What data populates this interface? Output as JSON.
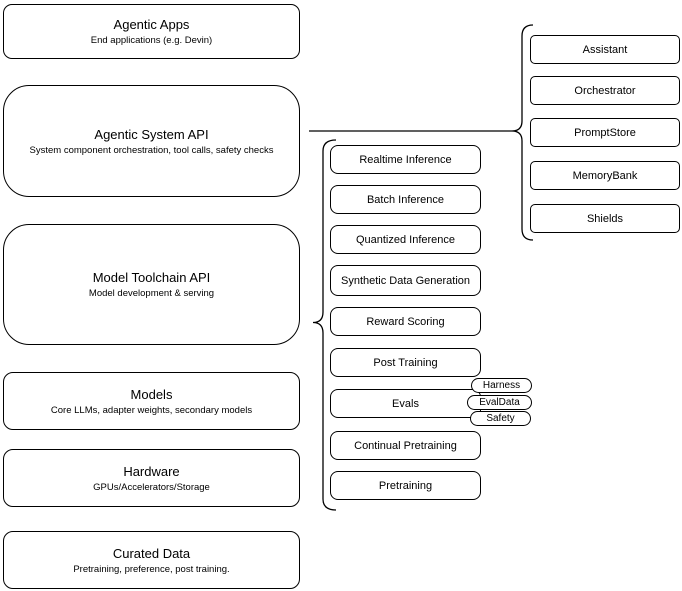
{
  "stack": [
    {
      "title": "Agentic Apps",
      "subtitle": "End applications (e.g. Devin)"
    },
    {
      "title": "Agentic System API",
      "subtitle": "System component orchestration, tool calls, safety checks"
    },
    {
      "title": "Model Toolchain API",
      "subtitle": "Model development & serving"
    },
    {
      "title": "Models",
      "subtitle": "Core LLMs, adapter weights, secondary models"
    },
    {
      "title": "Hardware",
      "subtitle": "GPUs/Accelerators/Storage"
    },
    {
      "title": "Curated Data",
      "subtitle": "Pretraining, preference, post training."
    }
  ],
  "toolchain_services": [
    "Realtime Inference",
    "Batch Inference",
    "Quantized Inference",
    "Synthetic Data Generation",
    "Reward Scoring",
    "Post Training",
    "Evals",
    "Continual Pretraining",
    "Pretraining"
  ],
  "evals_tags": [
    "Harness",
    "EvalData",
    "Safety"
  ],
  "agentic_components": [
    "Assistant",
    "Orchestrator",
    "PromptStore",
    "MemoryBank",
    "Shields"
  ],
  "colors": {
    "line": "#000000",
    "background": "#ffffff",
    "text": "#000000"
  }
}
